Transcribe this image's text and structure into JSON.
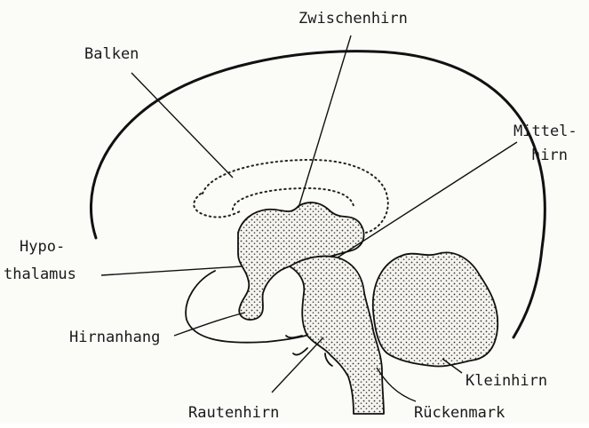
{
  "labels": {
    "zwischenhirn": "Zwischenhirn",
    "balken": "Balken",
    "mittelhirn_1": "Mittel-",
    "mittelhirn_2": "hirn",
    "hypothalamus_1": "Hypo-",
    "hypothalamus_2": "thalamus",
    "hirnanhang": "Hirnanhang",
    "kleinhirn": "Kleinhirn",
    "rautenhirn": "Rautenhirn",
    "rueckenmark": "Rückenmark"
  },
  "colors": {
    "ink": "#111111",
    "paper": "#fbfbf8"
  }
}
